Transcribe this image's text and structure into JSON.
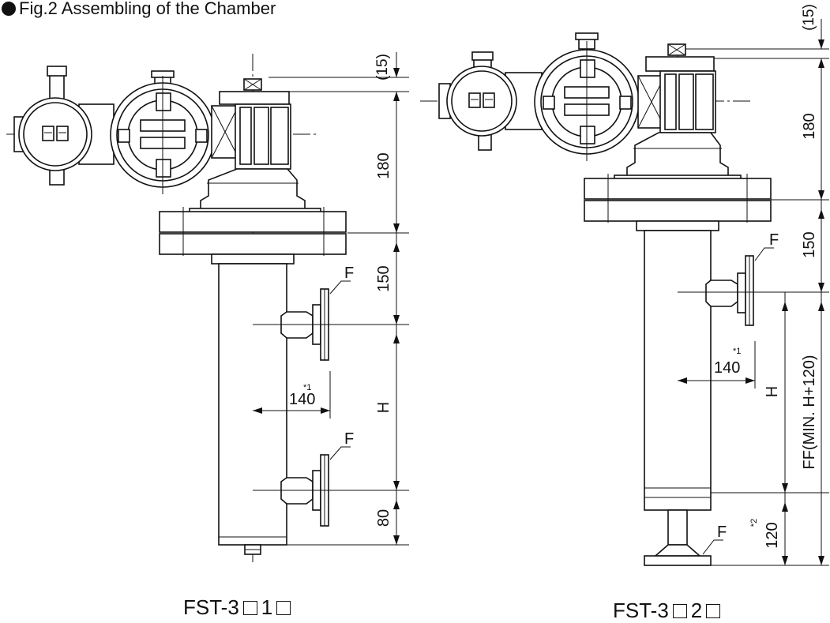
{
  "title": "Fig.2 Assembling of the Chamber",
  "left": {
    "caption_prefix": "FST-3",
    "caption_mid": "1",
    "dim_top_offset": "(15)",
    "dim_head": "180",
    "dim_flange_to_nozzle": "150",
    "dim_nozzle_gap": "H",
    "dim_bottom": "80",
    "nozzle_reach_note": "*1",
    "nozzle_reach": "140",
    "flange_label_upper": "F",
    "flange_label_lower": "F"
  },
  "right": {
    "caption_prefix": "FST-3",
    "caption_mid": "2",
    "dim_top_offset": "(15)",
    "dim_head": "180",
    "dim_flange_to_nozzle": "150",
    "dim_nozzle_gap": "H",
    "dim_ff": "FF(MIN. H+120)",
    "dim_bottom_note": "*2",
    "dim_bottom": "120",
    "nozzle_reach_note": "*1",
    "nozzle_reach": "140",
    "flange_label_upper": "F",
    "flange_label_lower": "F"
  }
}
